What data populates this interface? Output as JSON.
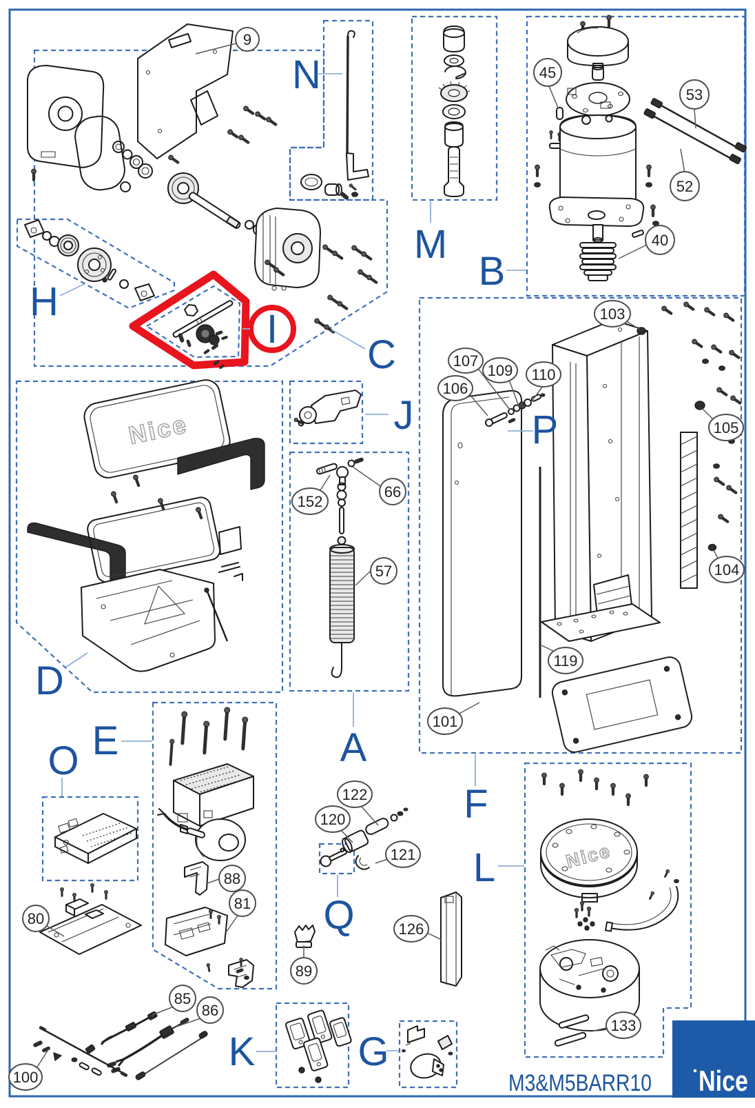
{
  "page": {
    "product_code": "M3&M5BARR10",
    "brand": "Nice",
    "embossed_logo": "Nice",
    "colors": {
      "accent_blue": "#2e66ad",
      "dashed_blue": "#3f6fb8",
      "letter_blue": "#1d549f",
      "leader_blue": "#8fafd6",
      "highlight_red": "#e8141e",
      "ink": "#1c1c1c",
      "callout_ring": "#4d4d4d",
      "brand_bg": "#1d5ba9"
    }
  },
  "sections": [
    {
      "letter": "A"
    },
    {
      "letter": "B"
    },
    {
      "letter": "C"
    },
    {
      "letter": "D"
    },
    {
      "letter": "E"
    },
    {
      "letter": "F"
    },
    {
      "letter": "G"
    },
    {
      "letter": "H"
    },
    {
      "letter": "I"
    },
    {
      "letter": "J"
    },
    {
      "letter": "K"
    },
    {
      "letter": "L"
    },
    {
      "letter": "M"
    },
    {
      "letter": "N"
    },
    {
      "letter": "O"
    },
    {
      "letter": "P"
    },
    {
      "letter": "Q"
    }
  ],
  "callouts": [
    {
      "number": "9"
    },
    {
      "number": "45"
    },
    {
      "number": "53"
    },
    {
      "number": "52"
    },
    {
      "number": "40"
    },
    {
      "number": "103"
    },
    {
      "number": "105"
    },
    {
      "number": "104"
    },
    {
      "number": "106"
    },
    {
      "number": "107"
    },
    {
      "number": "109"
    },
    {
      "number": "110"
    },
    {
      "number": "119"
    },
    {
      "number": "101"
    },
    {
      "number": "152"
    },
    {
      "number": "66"
    },
    {
      "number": "57"
    },
    {
      "number": "122"
    },
    {
      "number": "120"
    },
    {
      "number": "121"
    },
    {
      "number": "126"
    },
    {
      "number": "89"
    },
    {
      "number": "88"
    },
    {
      "number": "81"
    },
    {
      "number": "80"
    },
    {
      "number": "85"
    },
    {
      "number": "86"
    },
    {
      "number": "100"
    },
    {
      "number": "133"
    }
  ]
}
